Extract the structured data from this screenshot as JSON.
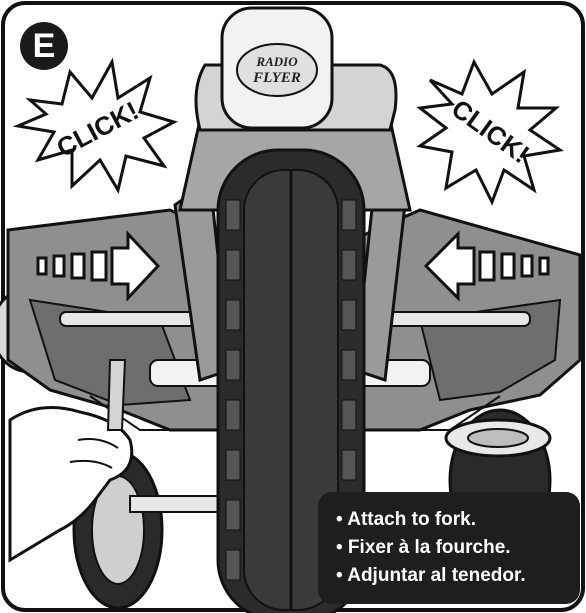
{
  "step": {
    "letter": "E"
  },
  "clicks": {
    "left": "CLICK!",
    "right": "CLICK!"
  },
  "brand": {
    "line1": "RADIO",
    "line2": "FLYER"
  },
  "instructions": [
    "• Attach to fork.",
    "• Fixer à la fourche.",
    "• Adjuntar al tenedor."
  ],
  "colors": {
    "line": "#111111",
    "mid_gray": "#9a9a9a",
    "dark_gray": "#6e6e6e",
    "light_gray": "#d4d4d4",
    "caption_bg": "#1e1e1e"
  }
}
